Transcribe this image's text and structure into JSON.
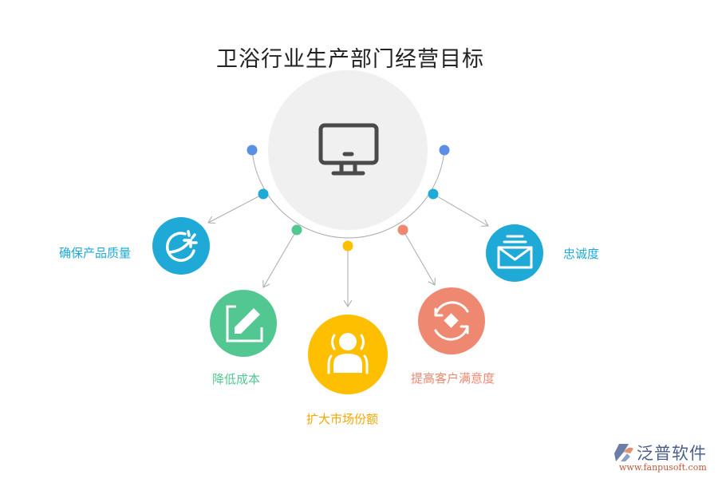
{
  "title": "卫浴行业生产部门经营目标",
  "center": {
    "icon": "monitor-icon",
    "fill": "#f0f0f0",
    "icon_color": "#4a4a4a"
  },
  "connector_dots": [
    {
      "color": "#5b8fe6"
    },
    {
      "color": "#1ea9d6"
    },
    {
      "color": "#52c792"
    },
    {
      "color": "#fdbf00"
    },
    {
      "color": "#ef8870"
    },
    {
      "color": "#1ea9d6"
    },
    {
      "color": "#5b8fe6"
    }
  ],
  "goals": [
    {
      "label": "确保产品质量",
      "icon": "speed-arrow-icon",
      "color": "#1ea9d6"
    },
    {
      "label": "降低成本",
      "icon": "edit-icon",
      "color": "#52c792"
    },
    {
      "label": "扩大市场份额",
      "icon": "user-icon",
      "color": "#fdbf00"
    },
    {
      "label": "提高客户满意度",
      "icon": "refresh-icon",
      "color": "#ef8870"
    },
    {
      "label": "忠诚度",
      "icon": "mail-icon",
      "color": "#1ea9d6"
    }
  ],
  "logo": {
    "brand": "泛普软件",
    "url": "www.fanpusoft.com"
  }
}
